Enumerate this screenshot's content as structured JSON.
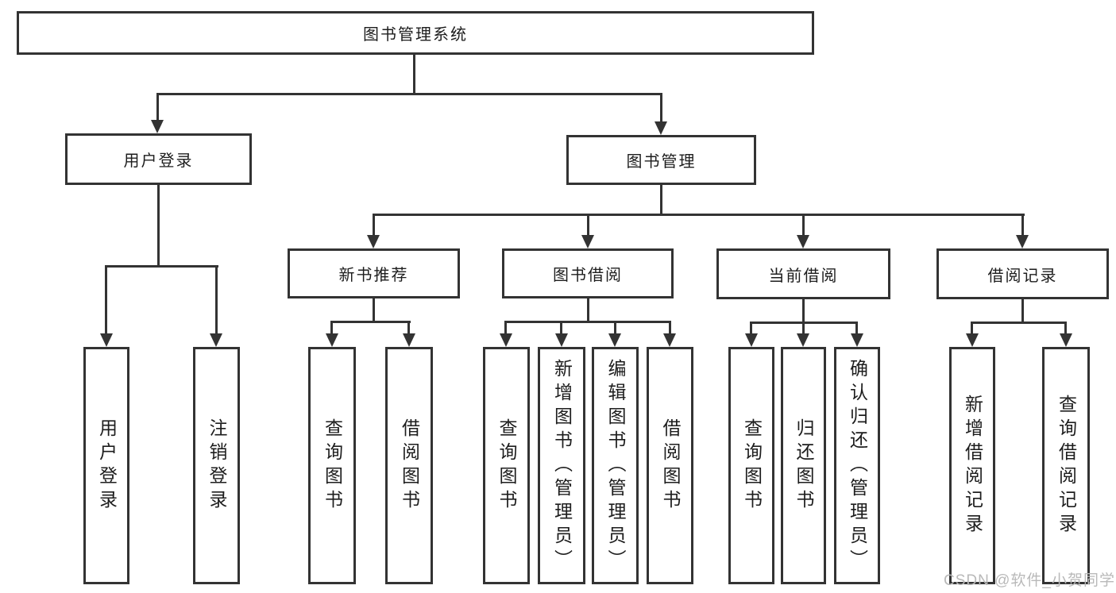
{
  "diagram_title": "图书管理系统",
  "nodes": {
    "root": "图书管理系统",
    "user_login": "用户登录",
    "book_mgmt": "图书管理",
    "l3": [
      "新书推荐",
      "图书借阅",
      "当前借阅",
      "借阅记录"
    ],
    "login_leaves": [
      "用户登录",
      "注销登录"
    ],
    "recommend_leaves": [
      "查询图书",
      "借阅图书"
    ],
    "borrow_leaves": [
      "查询图书",
      "新增图书（管理员）",
      "编辑图书（管理员）",
      "借阅图书"
    ],
    "current_leaves": [
      "查询图书",
      "归还图书",
      "确认归还（管理员）"
    ],
    "record_leaves": [
      "新增借阅记录",
      "查询借阅记录"
    ]
  },
  "watermark": "CSDN @软件_小贺同学",
  "colors": {
    "line": "#333333",
    "text": "#1d1d1d",
    "background": "#ffffff",
    "watermark": "#b9b9b9"
  }
}
